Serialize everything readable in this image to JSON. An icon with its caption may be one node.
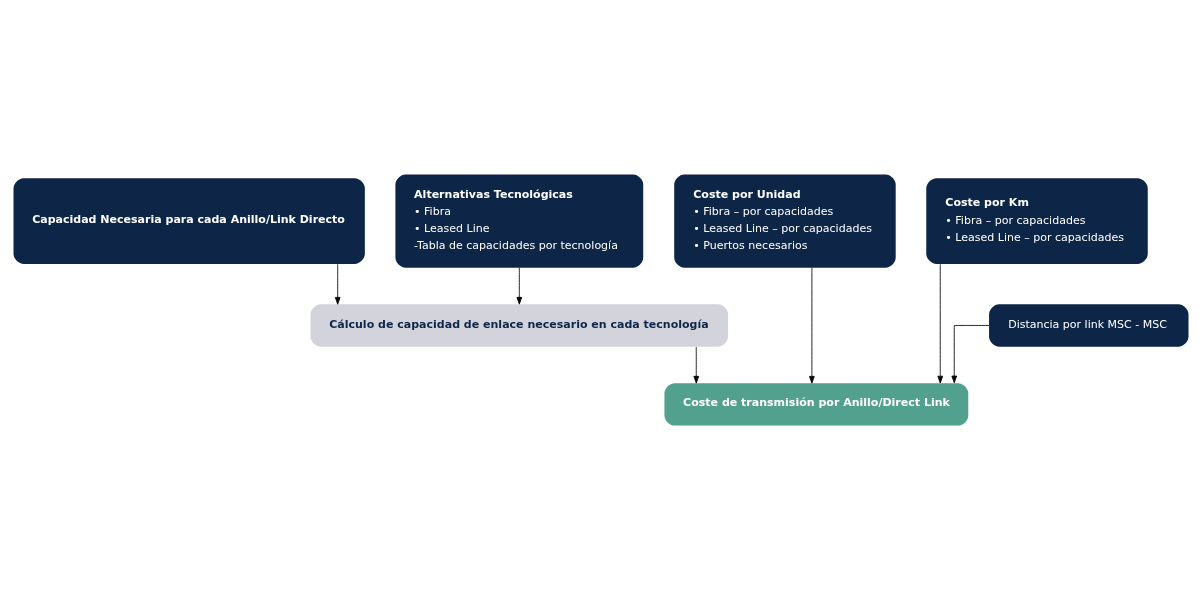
{
  "diagram": {
    "nodes": [
      {
        "text": [
          "Capacidad Necesaria para cada Anillo/Link Directo"
        ]
      },
      {
        "text": [
          "Alternativas Tecnológicas",
          "• Fibra",
          "• Leased Line",
          "-Tabla de capacidades por tecnología"
        ]
      },
      {
        "text": [
          "Coste por Unidad",
          "• Fibra – por capacidades",
          "• Leased Line – por capacidades",
          "• Puertos necesarios"
        ]
      },
      {
        "text": [
          "Coste por Km",
          "• Fibra – por capacidades",
          "• Leased Line – por capacidades"
        ]
      },
      {
        "text": [
          "Cálculo de capacidad de enlace necesario en cada tecnología"
        ]
      },
      {
        "text": [
          "Distancia por link MSC - MSC"
        ]
      },
      {
        "text": [
          "Coste de transmisión por Anillo/Direct Link"
        ]
      }
    ],
    "edges": [
      {
        "from": 0,
        "to": 4,
        "arrow": "to"
      },
      {
        "from": 1,
        "to": 4,
        "arrow": "to"
      },
      {
        "from": 2,
        "to": 6,
        "arrow": "to"
      },
      {
        "from": 3,
        "to": 6,
        "arrow": "to"
      },
      {
        "from": 4,
        "to": 6,
        "arrow": "to"
      },
      {
        "from": 5,
        "to": 6,
        "arrow": "to"
      }
    ]
  }
}
